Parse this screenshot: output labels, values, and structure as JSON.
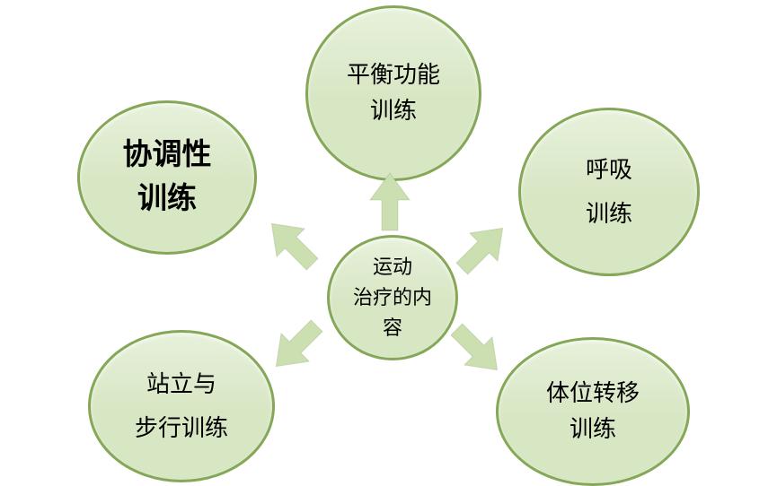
{
  "colors": {
    "fill": "#d7e6c3",
    "fillLight": "#e7f1db",
    "border": "#85a758",
    "arrow": "#cbdfb0"
  },
  "center": {
    "lines": [
      "运动",
      "治疗的内",
      "容"
    ]
  },
  "nodes": [
    {
      "name": "balance-training",
      "lines": [
        "平衡功能",
        "训练"
      ]
    },
    {
      "name": "coordination-training",
      "lines": [
        "协调性",
        "训练"
      ]
    },
    {
      "name": "breathing-training",
      "lines": [
        "呼吸",
        "训练"
      ]
    },
    {
      "name": "standing-walking-training",
      "lines": [
        "站立与",
        "步行训练"
      ]
    },
    {
      "name": "transfer-training",
      "lines": [
        "体位转移",
        "训练"
      ]
    }
  ]
}
